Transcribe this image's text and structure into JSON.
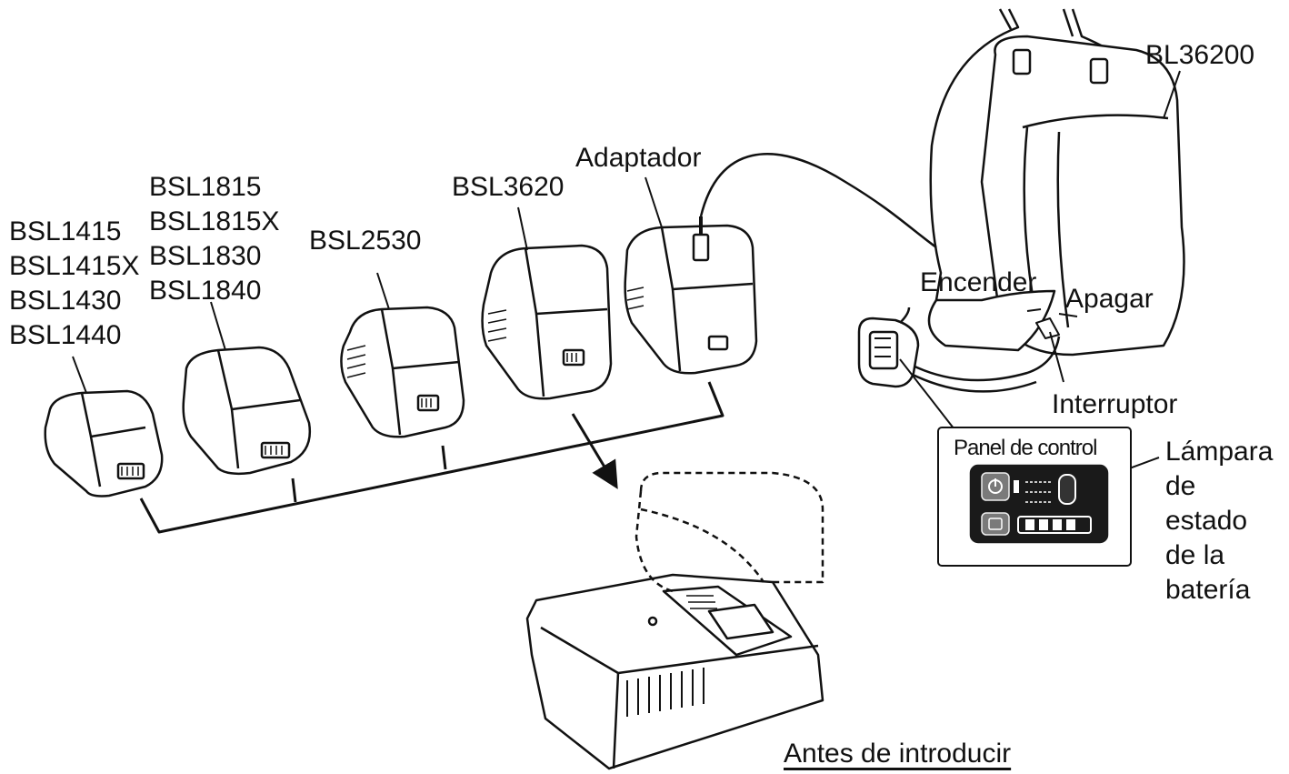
{
  "battery_groups": [
    [
      "BSL1415",
      "BSL1415X",
      "BSL1430",
      "BSL1440"
    ],
    [
      "BSL1815",
      "BSL1815X",
      "BSL1830",
      "BSL1840"
    ],
    [
      "BSL2530"
    ],
    [
      "BSL3620"
    ]
  ],
  "adapter_label": "Adaptador",
  "backpack_label": "BL36200",
  "switch": {
    "on_label": "Encender",
    "off_label": "Apagar",
    "switch_label": "Interruptor"
  },
  "control_panel": {
    "title": "Panel de control"
  },
  "status_lamp_lines": [
    "Lámpara",
    "de",
    "estado",
    "de la",
    "batería"
  ],
  "charger_caption": "Antes de introducir"
}
